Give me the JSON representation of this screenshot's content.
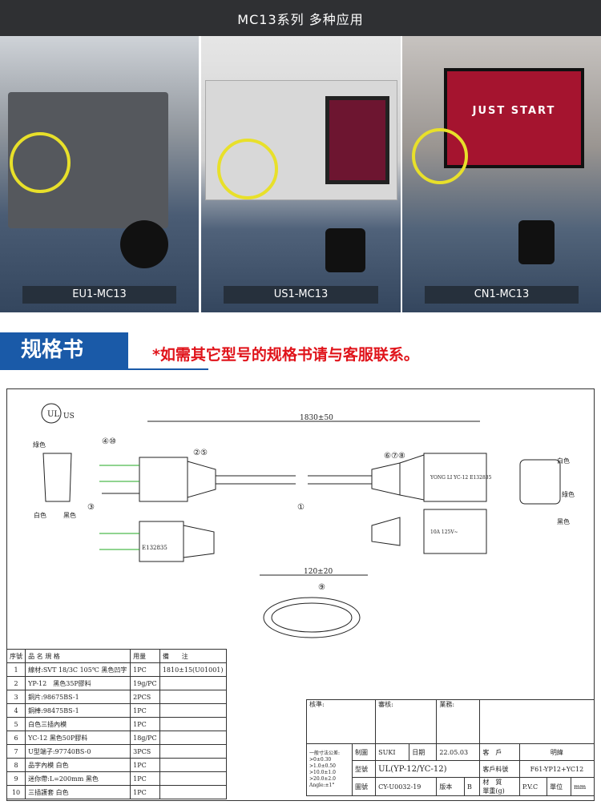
{
  "header": {
    "title": "MC13系列 多种应用"
  },
  "photos": [
    {
      "label": "EU1-MC13"
    },
    {
      "label": "US1-MC13"
    },
    {
      "label": "CN1-MC13",
      "screen_text": "JUST START"
    }
  ],
  "spec": {
    "title": "规格书",
    "note": "*如需其它型号的规格书请与客服联系。"
  },
  "drawing": {
    "cert": "US",
    "dim_length": "1830±50",
    "dim_tie": "120±20",
    "callouts": [
      "④⑩",
      "②⑤",
      "③",
      "①",
      "⑥⑦⑧",
      "⑨"
    ],
    "plug_labels": {
      "white": "白色",
      "black": "黑色"
    },
    "socket_labels": {
      "white": "白色",
      "green": "綠色",
      "black": "黑色"
    },
    "plug_text": "E132835",
    "socket_text": "YONG LI YC-12 E132835",
    "socket_rating": "10A 125V~"
  },
  "bom": {
    "headers": [
      "序號",
      "品 名 規 格",
      "用量",
      "備　　注"
    ],
    "rows": [
      [
        "1",
        "線材:SVT 18/3C 105℃ 黑色凹字",
        "1PC",
        "1810±15(U01001)"
      ],
      [
        "2",
        "YP-12　黑色35P膠料",
        "19g/PC",
        ""
      ],
      [
        "3",
        "銅片:98675BS-1",
        "2PCS",
        ""
      ],
      [
        "4",
        "銅棒:98475BS-1",
        "1PC",
        ""
      ],
      [
        "5",
        "白色三插內模",
        "1PC",
        ""
      ],
      [
        "6",
        "YC-12 黑色50P膠料",
        "18g/PC",
        ""
      ],
      [
        "7",
        "U型端子:97740BS-0",
        "3PCS",
        ""
      ],
      [
        "8",
        "品字內模 白色",
        "1PC",
        ""
      ],
      [
        "9",
        "迷你帶:L=200mm 黑色",
        "1PC",
        ""
      ],
      [
        "10",
        "三插護套 白色",
        "1PC",
        ""
      ]
    ]
  },
  "titleblock": {
    "approve": "核準:",
    "review": "審核:",
    "sales": "業務:",
    "tolerance": [
      "一般寸法公差:",
      ">0±0.30",
      ">1.0±0.50",
      ">10.0±1.0",
      ">20.0±2.0",
      "Angle:±1°"
    ],
    "drawn_label": "制圖",
    "drawn": "SUKI",
    "date_label": "日期",
    "date": "22.05.03",
    "customer_label": "客　戶",
    "customer": "明緯",
    "model_label": "型號",
    "model": "UL(YP-12/YC-12)",
    "cust_pn_label": "客戶料號",
    "cust_pn": "F61-YP12+YC12",
    "drawing_no_label": "圖號",
    "drawing_no": "CY-U0032-19",
    "rev_label": "版本",
    "rev": "B",
    "material_label": "材　質",
    "material": "P.V.C",
    "unit_label": "單位",
    "unit": "mm",
    "weight_label": "單重(g)"
  }
}
